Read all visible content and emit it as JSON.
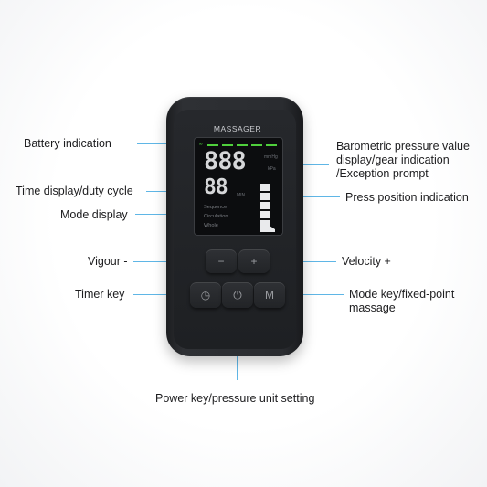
{
  "device": {
    "brand": "MASSAGER",
    "readout_big": "888",
    "readout_small": "88",
    "unit_top": "mmHg",
    "unit_bottom": "kPa",
    "unit_time": "MIN",
    "battery_mark": "∞",
    "modes": [
      "Sequence",
      "Circulation",
      "Whole"
    ],
    "keys": {
      "minus": "−",
      "plus": "+",
      "timer": "◷",
      "power": "⏻",
      "mode": "M"
    }
  },
  "labels": {
    "battery": "Battery indication",
    "barometric_1": "Barometric pressure value",
    "barometric_2": "display/gear indication",
    "barometric_3": "/Exception prompt",
    "time": "Time display/duty cycle",
    "press_position": "Press position indication",
    "mode_display": "Mode display",
    "vigour": "Vigour -",
    "velocity": "Velocity +",
    "timer": "Timer key",
    "mode_key_1": "Mode key/fixed-point",
    "mode_key_2": "massage",
    "power": "Power key/pressure unit setting"
  },
  "colors": {
    "leader": "#5fb6e6",
    "battery_bars": "#4fcf3c",
    "segment_on": "#d9dadc",
    "device": "#2a2c30"
  }
}
